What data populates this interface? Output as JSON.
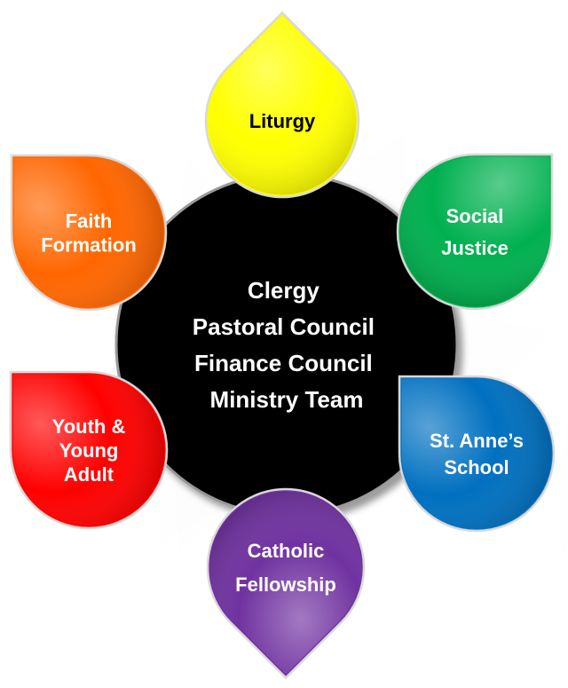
{
  "center": {
    "lines": [
      "Clergy",
      "Pastoral Council",
      "Finance Council",
      "Ministry Team"
    ],
    "color": "#000000",
    "text_color": "#ffffff"
  },
  "petals": [
    {
      "id": "liturgy",
      "lines": [
        "Liturgy"
      ],
      "color": "#ffff00",
      "text_color": "#000000"
    },
    {
      "id": "social-justice",
      "lines": [
        "Social",
        "Justice"
      ],
      "color": "#00b050",
      "text_color": "#ffffff"
    },
    {
      "id": "st-annes-school",
      "lines": [
        "St. Anne’s",
        "School"
      ],
      "color": "#0070c0",
      "text_color": "#ffffff"
    },
    {
      "id": "catholic-fellowship",
      "lines": [
        "Catholic",
        "Fellowship"
      ],
      "color": "#7030a0",
      "text_color": "#ffffff"
    },
    {
      "id": "youth-young-adult",
      "lines": [
        "Youth &",
        "Young",
        "Adult"
      ],
      "color": "#ff0000",
      "text_color": "#ffffff"
    },
    {
      "id": "faith-formation",
      "lines": [
        "Faith",
        "Formation"
      ],
      "color": "#ff6600",
      "text_color": "#ffffff"
    }
  ]
}
